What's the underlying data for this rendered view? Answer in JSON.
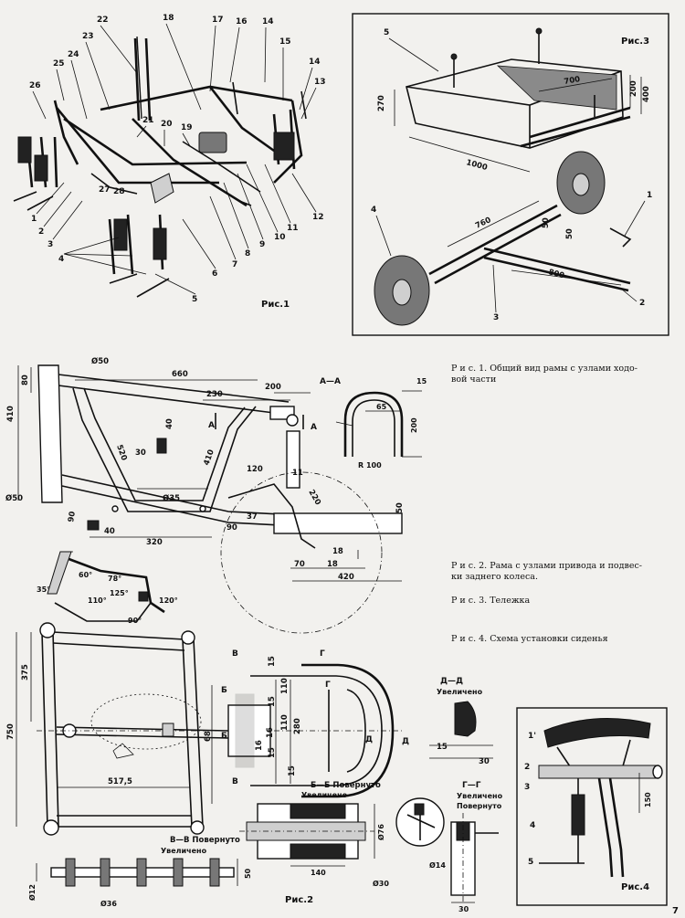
{
  "captions": {
    "fig1": "Р и с.  1. Общий вид рамы с узлами ходо-вой части",
    "fig1_line1": "Р и с.  1. Общий вид рамы с узлами ходо-",
    "fig1_line2": "вой части",
    "fig2_line1": "Р и с.  2. Рама с узлами привода и подвес-",
    "fig2_line2": "ки заднего колеса.",
    "fig3": "Р и с. 3. Тележка",
    "fig4": "Р и с. 4. Схема установки сиденья"
  },
  "fig_labels": {
    "fig1": "Рис.1",
    "fig2": "Рис.2",
    "fig3": "Рис.3",
    "fig4": "Рис.4"
  },
  "page_number": "7",
  "fig1_callouts": [
    "1",
    "2",
    "3",
    "4",
    "5",
    "6",
    "7",
    "8",
    "9",
    "10",
    "11",
    "12",
    "13",
    "14",
    "14",
    "15",
    "16",
    "17",
    "18",
    "19",
    "20",
    "21",
    "22",
    "23",
    "24",
    "25",
    "26",
    "27",
    "28"
  ],
  "fig3_callouts": [
    "1",
    "2",
    "3",
    "4",
    "5"
  ],
  "fig3_dims": [
    "270",
    "700",
    "200",
    "400",
    "1000",
    "760",
    "800",
    "50",
    "50"
  ],
  "fig2_dims": {
    "top": [
      "Ø50",
      "660",
      "200",
      "230",
      "80",
      "410",
      "40",
      "30",
      "520",
      "410",
      "Ø50",
      "Ø35",
      "120",
      "37",
      "90",
      "40",
      "90",
      "320",
      "220",
      "11",
      "50",
      "70",
      "18",
      "18",
      "420"
    ],
    "section_aa": [
      "А—А",
      "65",
      "200",
      "R 100",
      "15"
    ],
    "cut_mark": "А",
    "angles": [
      "35°",
      "60°",
      "78°",
      "110°",
      "125°",
      "120°",
      "90°"
    ],
    "plan": [
      "375",
      "750",
      "517,5",
      "68",
      "15",
      "110",
      "15",
      "16",
      "110",
      "15",
      "15",
      "16",
      "280",
      "30",
      "15"
    ],
    "cut_b": "Б",
    "cut_v": "В",
    "cut_g": "Г",
    "cut_d": "Д",
    "section_dd": [
      "Д—Д",
      "Увеличено"
    ],
    "section_bb": [
      "Б—Б Повернуто",
      "Увеличено",
      "Ø76",
      "140",
      "Ø30"
    ],
    "section_vv": [
      "В—В Повернуто",
      "Увеличено",
      "50",
      "Ø36",
      "Ø12"
    ],
    "section_gg": [
      "Г—Г",
      "Увеличено",
      "Повернуто",
      "Ø14",
      "30"
    ]
  },
  "fig4_callouts": [
    "1'",
    "2",
    "3",
    "4",
    "5"
  ],
  "fig4_dims": [
    "150"
  ]
}
